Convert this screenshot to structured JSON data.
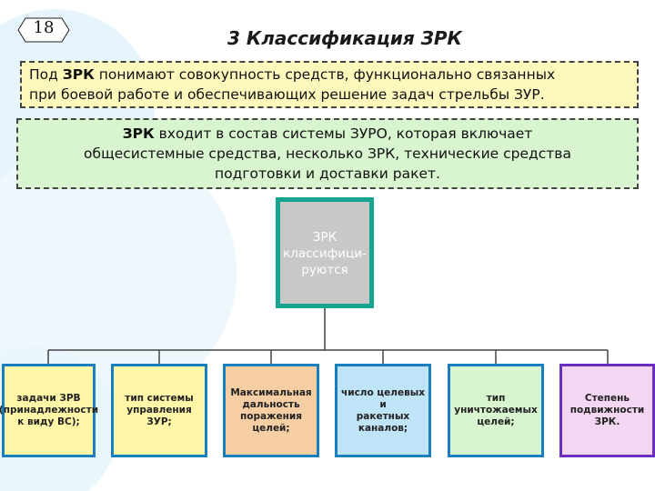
{
  "slide_number": "18",
  "title": "3 Классификация ЗРК",
  "definition": {
    "prefix": "Под ",
    "bold": "ЗРК",
    "line1_rest": " понимают совокупность средств, функционально связанных",
    "line2": "при боевой работе  и обеспечивающих решение задач стрельбы ЗУР."
  },
  "system": {
    "bold": "ЗРК",
    "line1_rest": " входит в состав системы ЗУРО, которая включает",
    "line2": "общесистемные средства,  несколько ЗРК, технические средства",
    "line3": "подготовки и доставки ракет."
  },
  "center": {
    "line1": "ЗРК",
    "line2": "классифици-",
    "line3": "руются"
  },
  "categories": [
    {
      "lines": [
        "задачи ЗРВ",
        "(принадлежности",
        "к виду ВС);"
      ],
      "bg": "#fff6a8",
      "border": "#1a7fbf"
    },
    {
      "lines": [
        "тип системы",
        "управления",
        "ЗУР;"
      ],
      "bg": "#fff6a8",
      "border": "#1a7fbf"
    },
    {
      "lines": [
        "Максимальная",
        "дальность",
        "поражения",
        "целей;"
      ],
      "bg": "#f5cfa3",
      "border": "#1a7fbf"
    },
    {
      "lines": [
        "число целевых",
        "и",
        "ракетных",
        "каналов;"
      ],
      "bg": "#bfe3f7",
      "border": "#1a7fbf"
    },
    {
      "lines": [
        "тип",
        "уничтожаемых",
        "целей;"
      ],
      "bg": "#d8f5cf",
      "border": "#1a7fbf"
    },
    {
      "lines": [
        "Степень",
        "подвижности",
        "ЗРК."
      ],
      "bg": "#f2d6f2",
      "border": "#6a2fc0"
    }
  ],
  "colors": {
    "definition_bg": "#fff8bd",
    "system_bg": "#d8f5cf",
    "center_bg": "#c8c8c8",
    "center_border": "#16a38f",
    "connector": "#444444"
  }
}
